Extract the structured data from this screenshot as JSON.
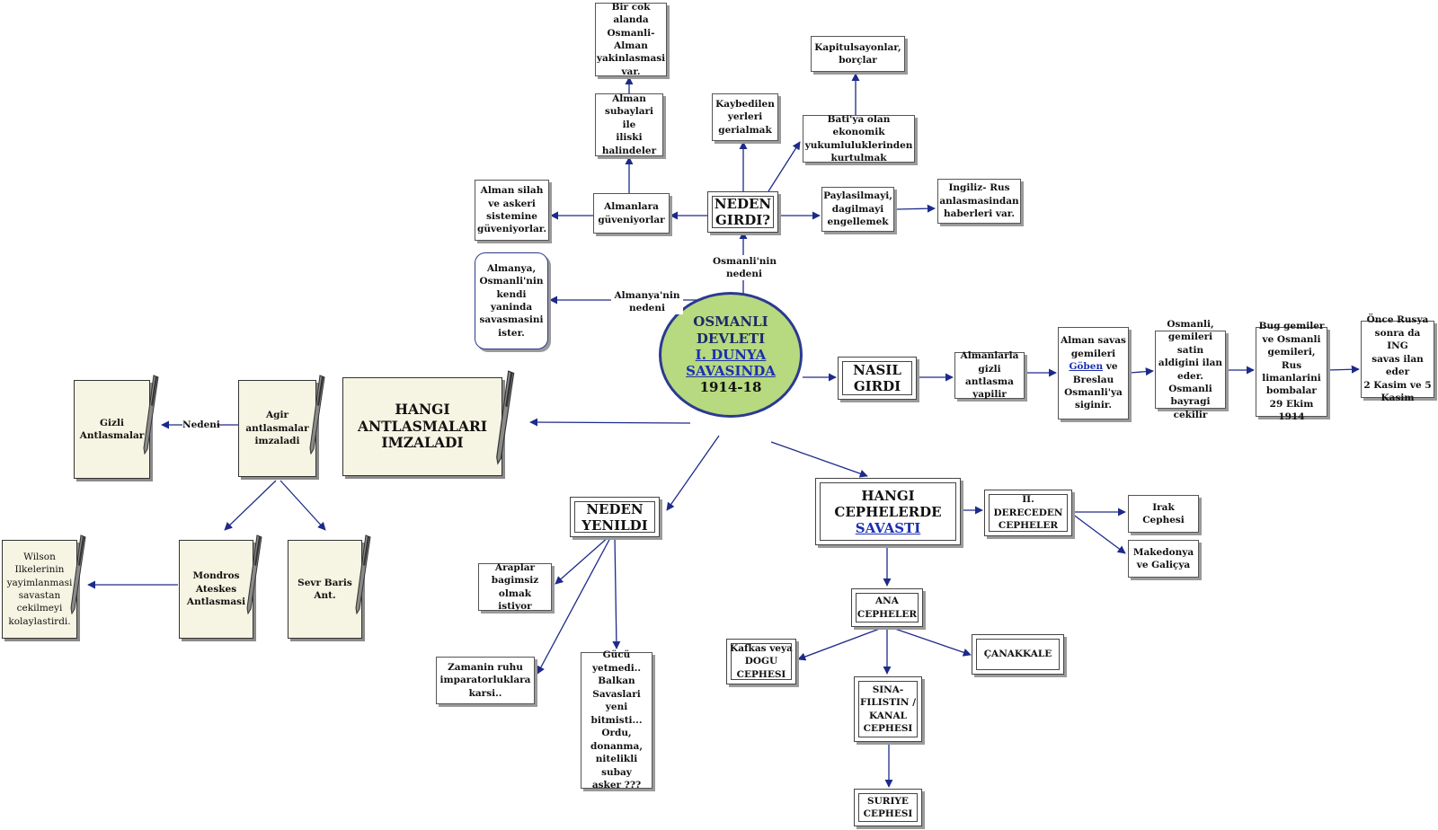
{
  "center": {
    "line1": "OSMANLI",
    "line2": "DEVLETI",
    "line3": "I. DUNYA",
    "line4": "SAVASINDA",
    "years": "1914-18"
  },
  "top": {
    "neden_girdi": "NEDEN\nGIRDI?",
    "osmanli_nedeni": "Osmanli'nin\nnedeni",
    "almanya_nedeni": "Almanya'nin\nnedeni",
    "almanya_isteri": "Almanya,\nOsmanli'nin\nkendi\nyaninda\nsavasmasini\nister.",
    "almanlara_guveniyorlar": "Almanlara\ngüveniyorlar",
    "alman_silah": "Alman silah\nve askeri\nsistemine\ngüveniyorlar.",
    "alman_subaylari": "Alman\nsubaylari ile\niliski\nhalindeler",
    "bir_cok_alanda": "Bir cok alanda\nOsmanli-\nAlman\nyakinlasmasi\nvar.",
    "kaybedilen": "Kaybedilen\nyerleri\ngerialmak",
    "batiya_olan": "Bati'ya olan ekonomik\nyukumluluklerinden\nkurtulmak",
    "kapitulsayonlar": "Kapitulsayonlar,\nborçlar",
    "paylasilmayi": "Paylasilmayi,\ndagilmayi\nengellemek",
    "ingiliz_rus": "Ingiliz- Rus\nanlasmasindan\nhaberleri var."
  },
  "right": {
    "nasil_girdi": "NASIL\nGIRDI",
    "almanlarla": "Almanlarla\ngizli antlasma\nyapilir",
    "alman_savas_1": "Alman savas\ngemileri",
    "goben": "Göben",
    "alman_savas_2": " ve\nBreslau\nOsmanli'ya\nsiginir.",
    "osmanli_gemileri": "Osmanli,\ngemileri satin\naldigini ilan\neder. Osmanli\nbayragi cekilir",
    "bug_gemiler": "Bug  gemiler\nve Osmanli\ngemileri, Rus\nlimanlarini\nbombalar\n29 Ekim 1914",
    "once_rusya": "Önce Rusya\nsonra da ING\nsavas ilan eder\n2 Kasim ve 5\nKasim"
  },
  "left": {
    "hangi_antlasmalari": "HANGI\nANTLASMALARI\nIMZALADI",
    "agir_antlasmalar": "Agir\nantlasmalar\nimzaladi",
    "nedeni": "Nedeni",
    "gizli_antlasmalar": "Gizli\nAntlasmalar",
    "mondros": "Mondros\nAteskes\nAntlasmasi",
    "sevr": "Sevr Baris\nAnt.",
    "wilson": "Wilson\nIlkelerinin\nyayimlanmasi\nsavastan\ncekilmeyi\nkolaylastirdi."
  },
  "bottom": {
    "neden_yenildi": "NEDEN\nYENILDI",
    "araplar": "Araplar\nbagimsiz\nolmak istiyor",
    "zamanin_ruhu": "Zamanin ruhu\nimparatorluklara\nkarsi..",
    "gucu_yetmedi": "Gücü\nyetmedi..\nBalkan\nSavaslari yeni\nbitmisti...\nOrdu,\ndonanma,\nnitelikli subay\nasker ???",
    "hangi_cephelerde_1": "HANGI\nCEPHELERDE",
    "hangi_cephelerde_2": "SAVASTI",
    "ii_dereceden": "II.\nDERECEDEN\nCEPHELER",
    "irak": "Irak\nCephesi",
    "makedonya": "Makedonya\nve Galiçya",
    "ana_cepheler": "ANA\nCEPHELER",
    "kafkas": "Kafkas veya\nDOGU\nCEPHESI",
    "canakkale": "ÇANAKKALE",
    "sina": "SINA-\nFILISTIN /\nKANAL\nCEPHESI",
    "suriye": "SURIYE\nCEPHESI"
  },
  "colors": {
    "arrow": "#1d2a8a",
    "center_fill": "#b7d97f",
    "center_border": "#2b3a8f",
    "note_fill": "#f6f4e2"
  }
}
